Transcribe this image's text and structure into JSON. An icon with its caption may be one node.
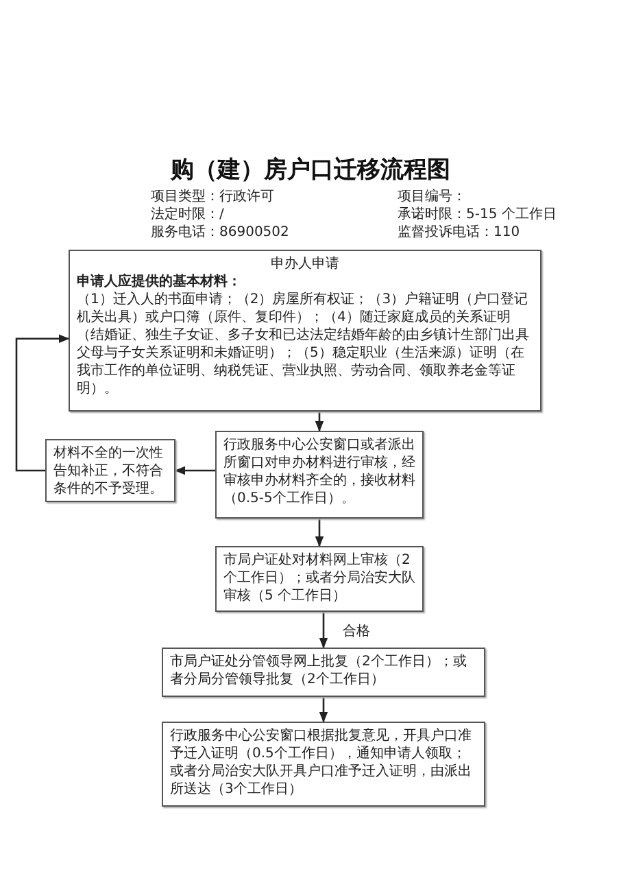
{
  "diagram": {
    "title": "购（建）房户口迁移流程图",
    "nodes": [
      {
        "text": [
          "申办人申请",
          "申请人应提供的基本材料：",
          "（1）迁入人的书面申请；（2）房屋所有权证；（3）户籍证明（户口登记机关出具）或户口簿（原件、复印件）；（4）随迁家庭成员的关系证明（结婚证、独生子女证、多子女和已达法定结婚年龄的由乡镇计生部门出具父母与子女关系证明和未婚证明）；（5）稳定职业（生活来源）证明（在我市工作的单位证明、纳税凭证、营业执照、劳动合同、领取养老金等证明）。"
        ]
      },
      {
        "text": [
          "材料不全的一次性告知补正，不符合条件的不予受理。"
        ]
      },
      {
        "text": [
          "行政服务中心公安窗口或者派出所窗口对申办材料进行审核，经审核申办材料齐全的，接收材料（0.5-5个工作日）。"
        ]
      },
      {
        "text": [
          "市局户证处对材料网上审核（2 个工作日）；或者分局治安大队审核（5 个工作日）"
        ]
      },
      {
        "text": [
          "市局户证处分管领导网上批复（2个工作日）；或者分局分管领导批复（2个工作日）"
        ]
      },
      {
        "text": [
          "行政服务中心公安窗口根据批复意见，开具户口准予迁入证明（0.5个工作日），通知申请人领取；或者分局治安大队开具户口准予迁入证明，由派出所送达（3个工作日）"
        ]
      }
    ],
    "edges": [
      {
        "from": 0,
        "to": 2,
        "arrow": "to"
      },
      {
        "from": 2,
        "to": 1,
        "arrow": "to"
      },
      {
        "from": 1,
        "to": 0,
        "arrow": "to"
      },
      {
        "from": 2,
        "to": 3,
        "arrow": "to"
      },
      {
        "from": 3,
        "to": 4,
        "arrow": "to",
        "label": "合格"
      },
      {
        "from": 4,
        "to": 5,
        "arrow": "to"
      }
    ],
    "labels": [
      "项目类型：行政许可",
      "法定时限：/",
      "服务电话：86900502",
      "项目编号：",
      "承诺时限：5-15 个工作日",
      "监督投诉电话：110"
    ]
  }
}
